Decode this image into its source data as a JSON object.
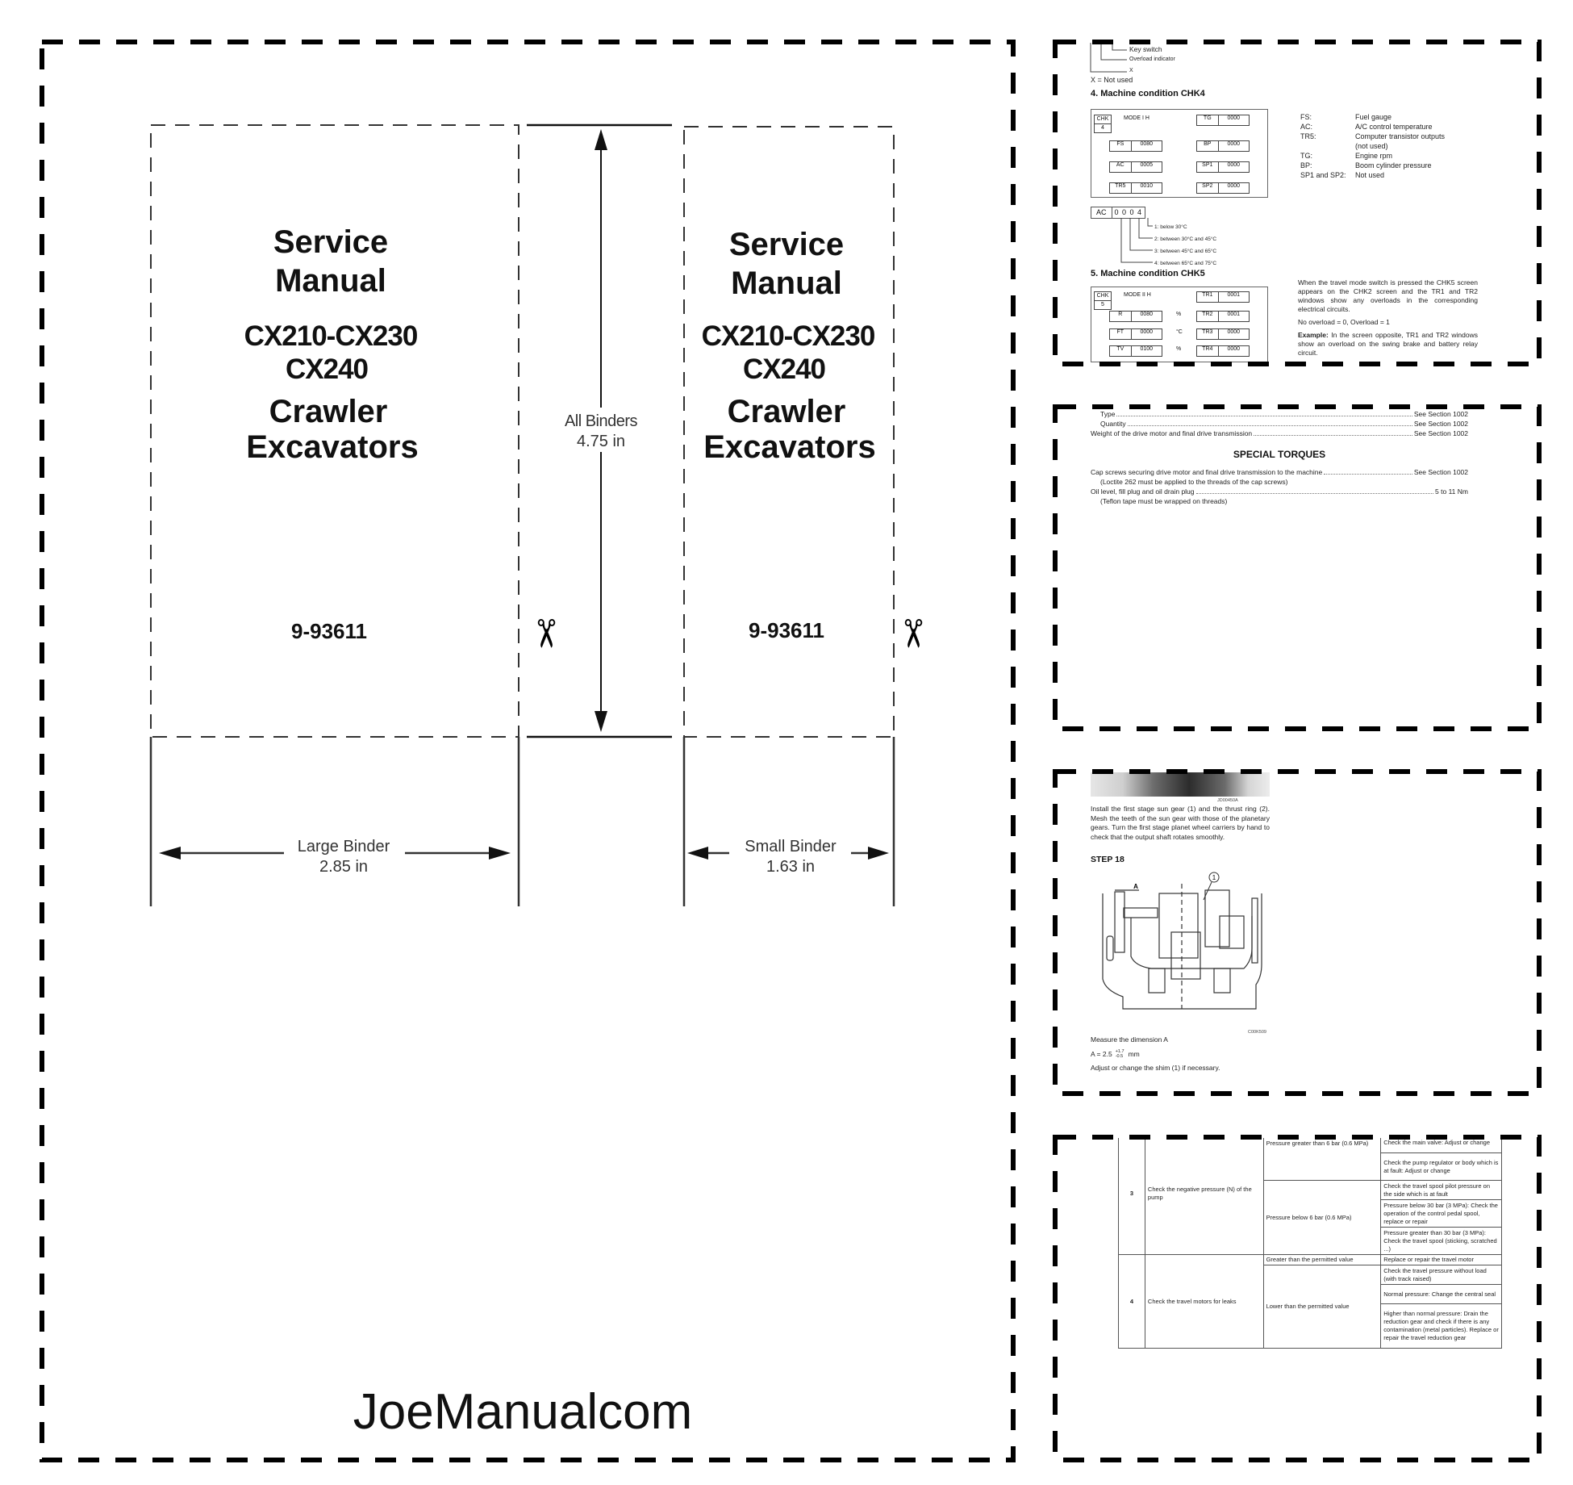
{
  "watermark": "JoeManualcom",
  "cover": {
    "title_line1": "Service",
    "title_line2": "Manual",
    "models_line1": "CX210-CX230",
    "models_line2": "CX240",
    "type_line1": "Crawler",
    "type_line2": "Excavators",
    "part_number": "9-93611"
  },
  "dimensions": {
    "all_label": "All Binders",
    "all_value": "4.75 in",
    "large_label": "Large Binder",
    "large_value": "2.85 in",
    "small_label": "Small Binder",
    "small_value": "1.63 in"
  },
  "panel1": {
    "callouts": [
      "Key switch",
      "Overload indicator",
      "X"
    ],
    "note": "X = Not used",
    "heading4": "4. Machine condition CHK4",
    "chk4": {
      "chk": "CHK",
      "num": "4",
      "mode": "MODE I H",
      "cells": [
        [
          "TG",
          "0000"
        ],
        [
          "FS",
          "0080"
        ],
        [
          "BP",
          "0000"
        ],
        [
          "AC",
          "0005"
        ],
        [
          "SP1",
          "0000"
        ],
        [
          "TR5",
          "0010"
        ],
        [
          "SP2",
          "0000"
        ]
      ]
    },
    "legend": [
      [
        "FS:",
        "Fuel gauge"
      ],
      [
        "AC:",
        "A/C control temperature"
      ],
      [
        "TR5:",
        "Computer transistor outputs (not used)"
      ],
      [
        "TG:",
        "Engine rpm"
      ],
      [
        "BP:",
        "Boom cylinder pressure"
      ],
      [
        "SP1 and SP2:",
        "Not used"
      ]
    ],
    "ac_label": "AC",
    "ac_value": "0 0 0 4",
    "ac_options": [
      "1: below 30°C",
      "2: between 30°C and 45°C",
      "3: between 45°C and 65°C",
      "4: between 65°C and 75°C"
    ],
    "heading5": "5. Machine condition CHK5",
    "chk5": {
      "chk": "CHK",
      "num": "5",
      "mode": "MODE II H",
      "cells": [
        [
          "TR1",
          "0001"
        ],
        [
          "R",
          "0080"
        ],
        [
          "TR2",
          "0001"
        ],
        [
          "FT",
          "0000"
        ],
        [
          "TR3",
          "0000"
        ],
        [
          "TV",
          "0100"
        ],
        [
          "TR4",
          "0000"
        ]
      ],
      "units": [
        "%",
        "°C",
        "%"
      ]
    },
    "para1": "When the travel mode switch is pressed the CHK5 screen appears on the CHK2 screen and the TR1 and TR2 windows show any overloads in the corresponding electrical circuits.",
    "para2": "No overload = 0, Overload = 1",
    "para3_bold": "Example:",
    "para3": " In the screen opposite, TR1 and TR2 windows show an overload on the swing brake and battery relay circuit."
  },
  "panel2": {
    "spec_rows": [
      {
        "label": "Type",
        "value": "See Section 1002",
        "indent": true
      },
      {
        "label": "Quantity",
        "value": "See Section 1002",
        "indent": true
      },
      {
        "label": "Weight of the drive motor and final drive transmission",
        "value": "See Section 1002",
        "indent": false
      }
    ],
    "heading": "SPECIAL TORQUES",
    "torque_rows": [
      {
        "label": "Cap screws securing drive motor and final drive transmission to the machine",
        "value": "See Section 1002",
        "note": "(Loctite 262 must be applied to the threads of the cap screws)"
      },
      {
        "label": "Oil level, fill plug and oil drain plug",
        "value": "5 to 11 Nm",
        "note": "(Teflon tape must be wrapped on threads)"
      }
    ]
  },
  "panel3": {
    "photo_code": "JD00450A",
    "para": "Install the first stage sun gear (1) and the thrust ring (2). Mesh the teeth of the sun gear with those of the planetary gears. Turn the first stage planet wheel carriers by hand to check that the output shaft rotates smoothly.",
    "step": "STEP 18",
    "callout_1": "1",
    "callout_a": "A",
    "drawing_code": "C00K509",
    "measure": "Measure the dimension A",
    "formula_prefix": "A = 2.5",
    "tol_plus": "+1.7",
    "tol_minus": "-0.5",
    "formula_unit": "mm",
    "adjust": "Adjust or change the shim (1) if necessary."
  },
  "panel4": {
    "row3": {
      "num": "3",
      "check": "Check the negative pressure (N) of the pump",
      "cond_a": "Pressure greater than 6 bar (0.6 MPa)",
      "actions_a": [
        "Check the main valve: Adjust or change",
        "Check the pump regulator or body which is at fault: Adjust or change"
      ],
      "cond_b": "Pressure below 6 bar (0.6 MPa)",
      "actions_b": [
        "Check the travel spool pilot pressure on the side which is at fault",
        "Pressure below 30 bar (3 MPa): Check the operation of the control pedal spool, replace or repair",
        "Pressure greater than 30 bar (3 MPa): Check the travel spool (sticking, scratched ...)"
      ]
    },
    "row4": {
      "num": "4",
      "check": "Check the travel motors for leaks",
      "cond_a": "Greater than the permitted value",
      "actions_a": [
        "Replace or repair the travel motor"
      ],
      "cond_b": "Lower than the permitted value",
      "actions_b": [
        "Check the travel pressure without load (with track raised)",
        "Normal pressure: Change the central seal",
        "Higher than normal pressure: Drain the reduction gear and check if there is any contamination (metal particles). Replace or repair the travel reduction gear"
      ]
    }
  }
}
